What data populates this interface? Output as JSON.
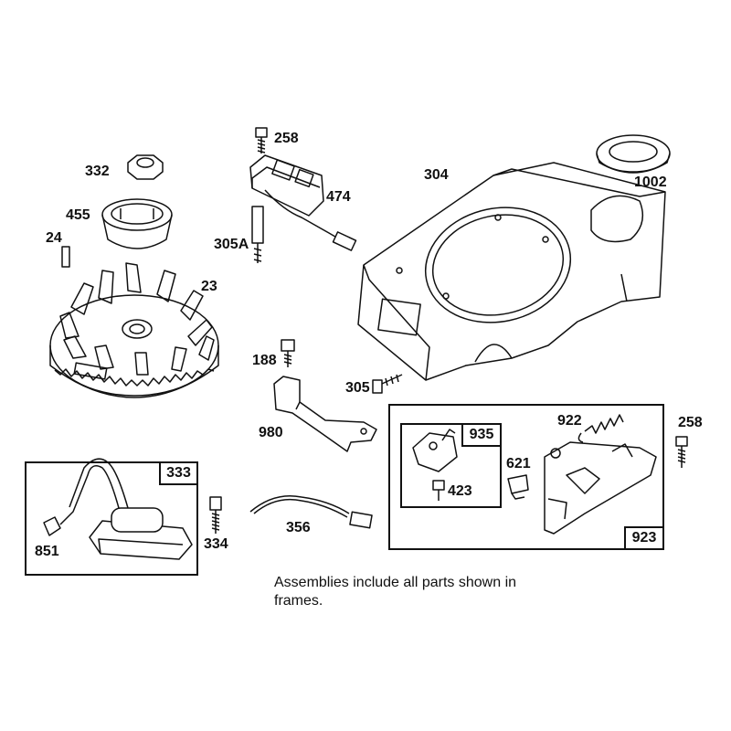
{
  "labels": {
    "p258_top": "258",
    "p474": "474",
    "p332": "332",
    "p304": "304",
    "p1002": "1002",
    "p455": "455",
    "p24": "24",
    "p305A": "305A",
    "p23": "23",
    "p188": "188",
    "p305": "305",
    "p922": "922",
    "p258_right": "258",
    "p980": "980",
    "p621": "621",
    "p423": "423",
    "p851": "851",
    "p334": "334",
    "p356": "356"
  },
  "frames": {
    "f333": "333",
    "f935": "935",
    "f923": "923"
  },
  "note": "Assemblies include all parts shown in frames."
}
